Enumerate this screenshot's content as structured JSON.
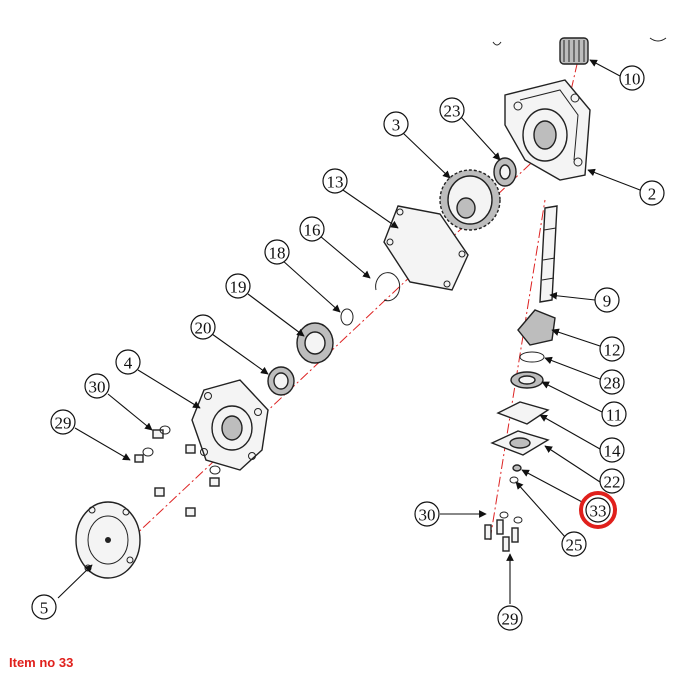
{
  "caption": "Item no 33",
  "highlight_color": "#e0201c",
  "axis_color": "#dd2222",
  "callouts": [
    "10",
    "23",
    "3",
    "2",
    "13",
    "16",
    "18",
    "19",
    "20",
    "9",
    "12",
    "28",
    "4",
    "30",
    "29",
    "11",
    "14",
    "22",
    "33",
    "30",
    "25",
    "5",
    "29"
  ],
  "highlighted_callout": "33"
}
